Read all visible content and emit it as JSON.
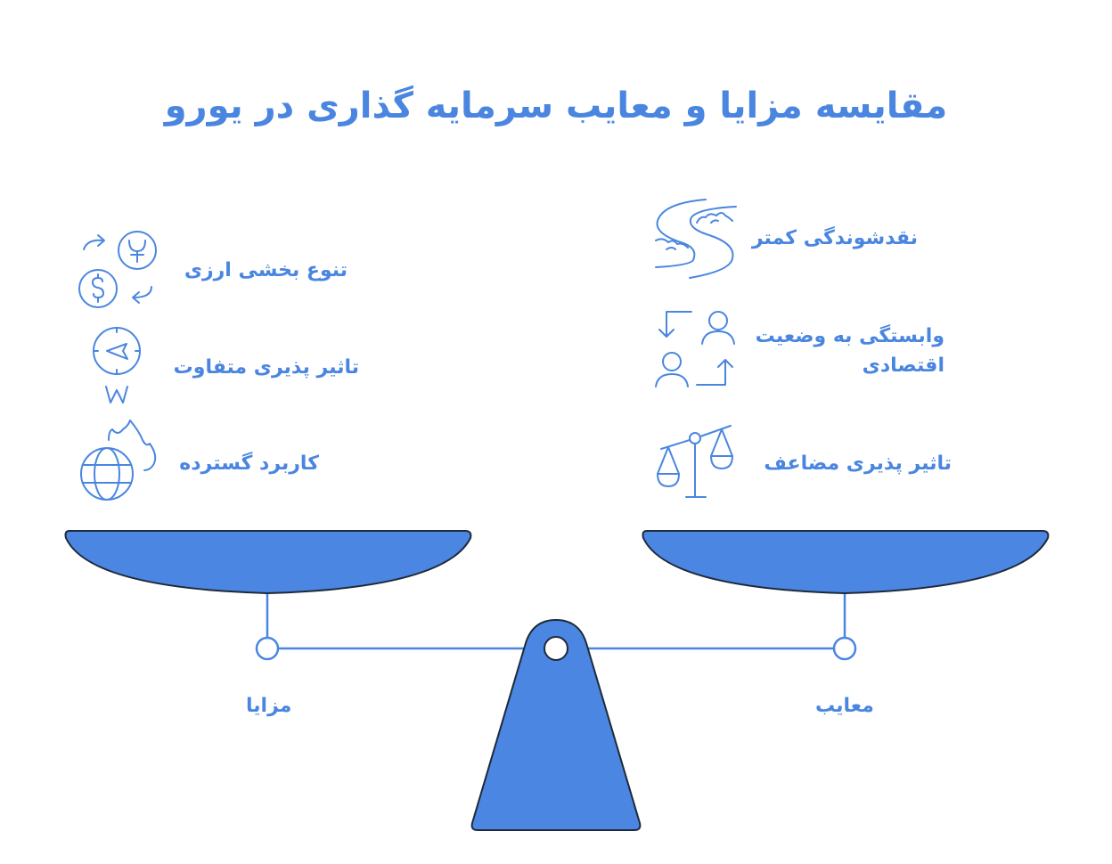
{
  "title": "مقایسه مزایا و معایب سرمایه گذاری در یورو",
  "colors": {
    "accent": "#4a86e0",
    "outline": "#1e2a3a",
    "background": "#ffffff"
  },
  "advantages": {
    "label": "مزایا",
    "items": [
      {
        "text": "تنوع بخشی ارزی",
        "icon": "currency-exchange-icon"
      },
      {
        "text": "تاثیر پذیری متفاوت",
        "icon": "compass-icon"
      },
      {
        "text": "کاربرد گسترده",
        "icon": "globe-flame-icon"
      }
    ]
  },
  "disadvantages": {
    "label": "معایب",
    "items": [
      {
        "text": "نقدشوندگی کمتر",
        "icon": "river-icon"
      },
      {
        "text": "وابستگی به وضعیت اقتصادی",
        "line1": "وابستگی به وضعیت",
        "line2": "اقتصادی",
        "icon": "people-exchange-icon"
      },
      {
        "text": "تاثیر پذیری مضاعف",
        "icon": "balance-scale-icon"
      }
    ]
  }
}
